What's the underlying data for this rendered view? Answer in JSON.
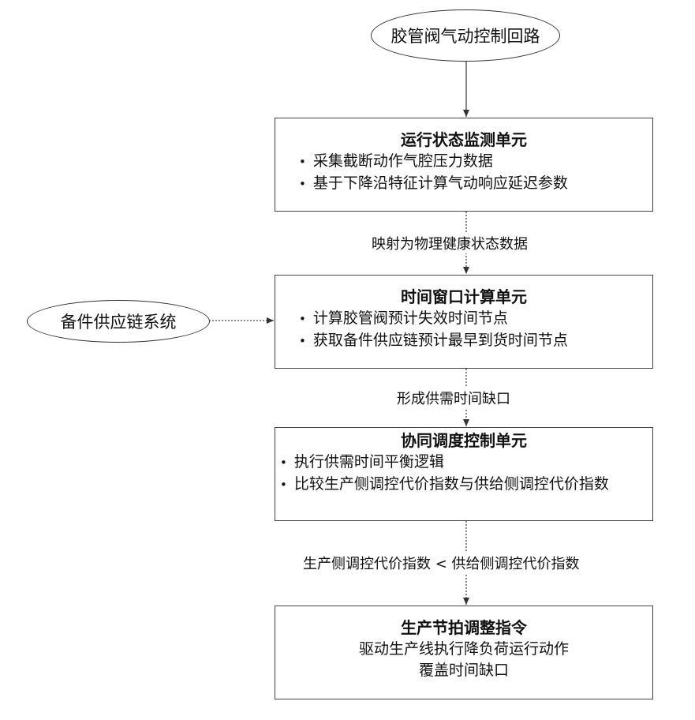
{
  "start_node": {
    "label": "胶管阀气动控制回路"
  },
  "side_node": {
    "label": "备件供应链系统"
  },
  "unit1": {
    "title": "运行状态监测单元",
    "items": [
      "采集截断动作气腔压力数据",
      "基于下降沿特征计算气动响应延迟参数"
    ]
  },
  "edge1": {
    "label": "映射为物理健康状态数据"
  },
  "unit2": {
    "title": "时间窗口计算单元",
    "items": [
      "计算胶管阀预计失效时间节点",
      "获取备件供应链预计最早到货时间节点"
    ]
  },
  "edge2": {
    "label": "形成供需时间缺口"
  },
  "unit3": {
    "title": "协同调度控制单元",
    "items": [
      "执行供需时间平衡逻辑",
      "比较生产侧调控代价指数与供给侧调控代价指数"
    ]
  },
  "edge3": {
    "label": "生产侧调控代价指数 < 供给侧调控代价指数"
  },
  "unit4": {
    "title": "生产节拍调整指令",
    "lines": [
      "驱动生产线执行降负荷运行动作",
      "覆盖时间缺口"
    ]
  }
}
